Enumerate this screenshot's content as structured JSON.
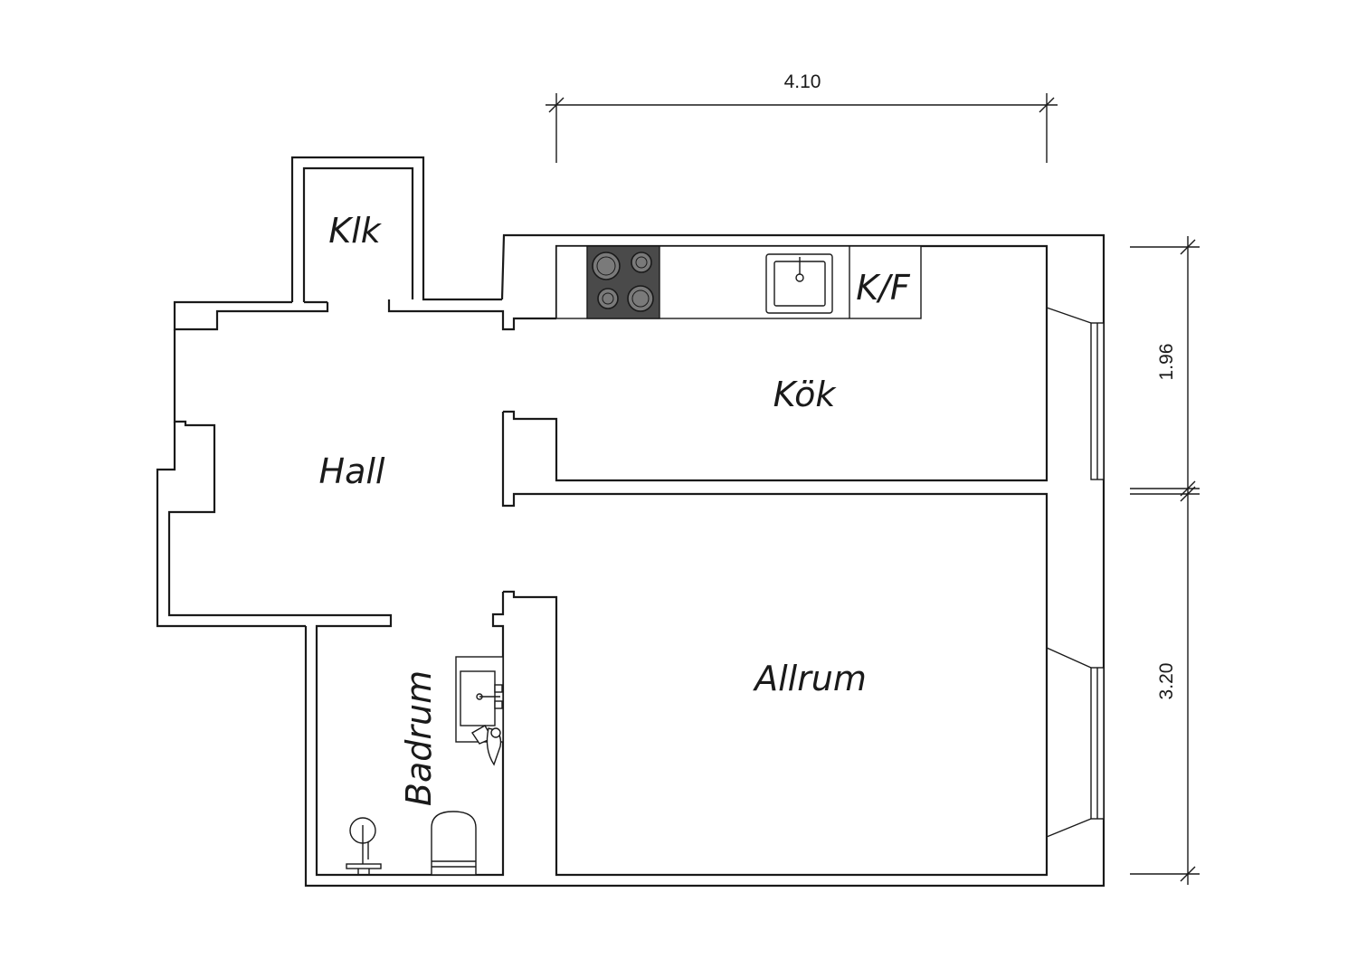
{
  "rooms": {
    "klk": "Klk",
    "kitchen": "Kök",
    "fridge": "K/F",
    "hall": "Hall",
    "living": "Allrum",
    "bath": "Badrum"
  },
  "dimensions": {
    "top_width": "4.10",
    "right_upper": "1.96",
    "right_lower": "3.20"
  },
  "colors": {
    "line": "#1a1a1a",
    "stove": "#4a4a4a",
    "burner": "#7a7a7a"
  },
  "icons": [
    "stove-icon",
    "kitchen-sink-icon",
    "bath-sink-icon",
    "toilet-icon",
    "shower-icon",
    "window-icon"
  ]
}
